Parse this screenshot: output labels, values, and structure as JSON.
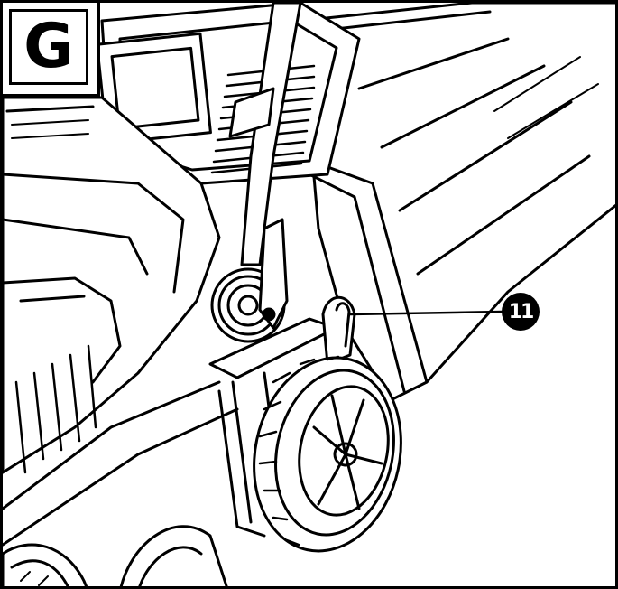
{
  "figure": {
    "letter": "G"
  },
  "callouts": [
    {
      "number": "11",
      "target": "height-adjustment-lever"
    }
  ],
  "colors": {
    "ink": "#000000",
    "paper": "#ffffff"
  }
}
